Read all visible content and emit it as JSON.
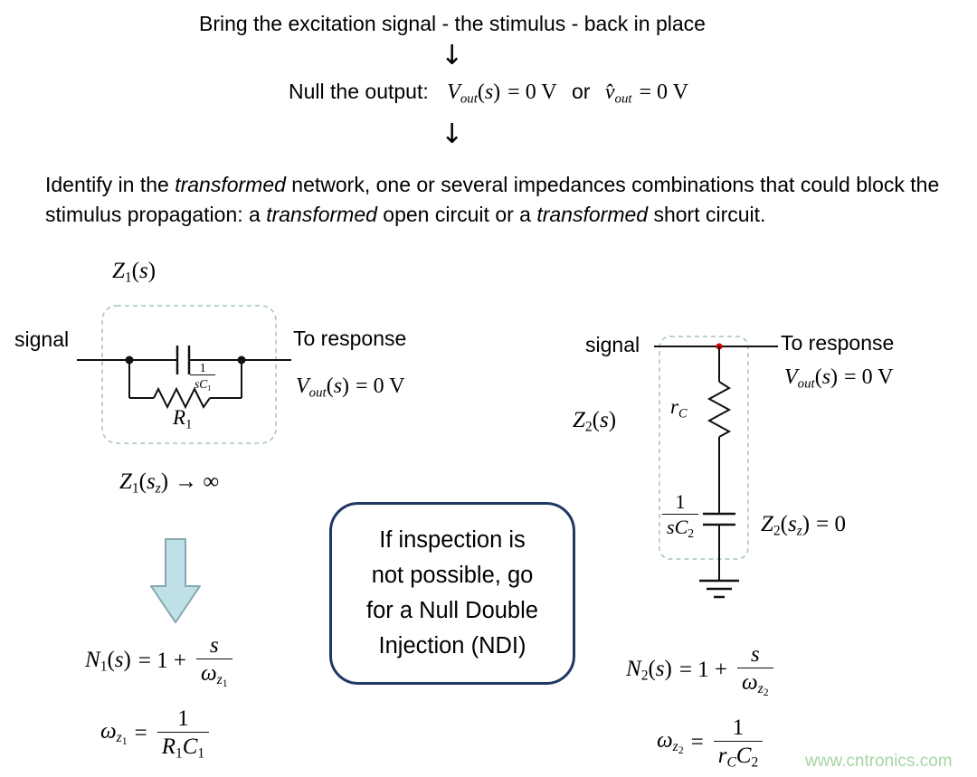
{
  "header": {
    "title": "Bring the excitation signal - the stimulus - back in place",
    "flow_arrow": "↓"
  },
  "null_output": {
    "label": "Null the output:",
    "v_base": "V",
    "v_sub": "out",
    "paren_open": "(",
    "s_var": "s",
    "paren_close": ")",
    "eq_zero": "= 0 V",
    "or": "or",
    "vhat_base": "v̂",
    "vhat_sub": "out",
    "vhat_eq": "= 0 V"
  },
  "paragraph": {
    "seg1": "Identify in the ",
    "seg2": "transformed",
    "seg3": " network, one or several impedances combinations that could block the stimulus propagation: a ",
    "seg4": "transformed",
    "seg5": " open circuit or a ",
    "seg6": "transformed",
    "seg7": " short circuit."
  },
  "left_circuit": {
    "impedance": {
      "base": "Z",
      "sub": "1",
      "open": "(",
      "var": "s",
      "close": ")"
    },
    "signal_label": "signal",
    "response_label": "To response",
    "cap_frac": {
      "num": "1",
      "den_s": "s",
      "den_base": "C",
      "den_sub": "1"
    },
    "resistor": {
      "base": "R",
      "sub": "1"
    },
    "vout": {
      "base": "V",
      "sub": "out",
      "open": "(",
      "var": "s",
      "close": ")",
      "eq": "= 0 V"
    },
    "zero_condition": {
      "base": "Z",
      "sub": "1",
      "open": "(",
      "var": "s",
      "var_sub": "z",
      "close": ")",
      "tail": "→ ∞"
    }
  },
  "right_circuit": {
    "impedance": {
      "base": "Z",
      "sub": "2",
      "open": "(",
      "var": "s",
      "close": ")"
    },
    "signal_label": "signal",
    "response_label": "To response",
    "vout": {
      "base": "V",
      "sub": "out",
      "open": "(",
      "var": "s",
      "close": ")",
      "eq": "= 0 V"
    },
    "resistor": {
      "base": "r",
      "sub": "C"
    },
    "cap_frac": {
      "num": "1",
      "den_s": "s",
      "den_base": "C",
      "den_sub": "2"
    },
    "zero_condition": {
      "base": "Z",
      "sub": "2",
      "open": "(",
      "var": "s",
      "var_sub": "z",
      "close": ")",
      "tail": "= 0"
    }
  },
  "center_box": {
    "line1": "If inspection is",
    "line2": "not possible, go",
    "line3": "for a Null Double",
    "line4": "Injection (NDI)"
  },
  "formulas": {
    "n1": {
      "base": "N",
      "sub": "1",
      "open": "(",
      "var": "s",
      "close": ")",
      "eq": "= 1 +",
      "num": "s",
      "den_base": "ω",
      "den_sub": "z",
      "den_subsub": "1"
    },
    "omega1": {
      "base": "ω",
      "sub": "z",
      "subsub": "1",
      "eq": "=",
      "num": "1",
      "den_r": "R",
      "den_r_sub": "1",
      "den_c": "C",
      "den_c_sub": "1"
    },
    "n2": {
      "base": "N",
      "sub": "2",
      "open": "(",
      "var": "s",
      "close": ")",
      "eq": "= 1 +",
      "num": "s",
      "den_base": "ω",
      "den_sub": "z",
      "den_subsub": "2"
    },
    "omega2": {
      "base": "ω",
      "sub": "z",
      "subsub": "2",
      "eq": "=",
      "num": "1",
      "den_r": "r",
      "den_r_sub": "C",
      "den_c": "C",
      "den_c_sub": "2"
    }
  },
  "watermark": "www.cntronics.com",
  "colors": {
    "box_border": "#1f3864",
    "dashed_border": "#a3c2c2",
    "arrow_fill": "#bfe0e6",
    "arrow_stroke": "#85a7ae",
    "red_dot": "#cc0000",
    "watermark": "#a5d6a5"
  }
}
